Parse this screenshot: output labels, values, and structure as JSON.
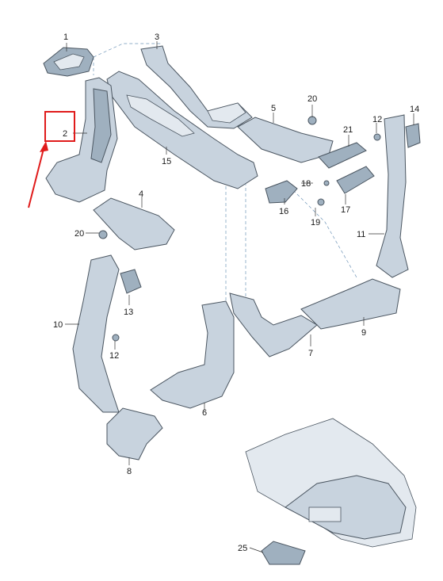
{
  "highlight": {
    "part_number": "2",
    "color": "#e01b1b"
  },
  "callouts": {
    "p1": "1",
    "p2": "2",
    "p3": "3",
    "p4": "4",
    "p5": "5",
    "p6": "6",
    "p7": "7",
    "p8": "8",
    "p9": "9",
    "p10": "10",
    "p11": "11",
    "p12a": "12",
    "p12b": "12",
    "p13": "13",
    "p14": "14",
    "p15": "15",
    "p16": "16",
    "p17": "17",
    "p18": "18",
    "p19": "19",
    "p20a": "20",
    "p20b": "20",
    "p21": "21",
    "p25": "25"
  },
  "colors": {
    "part_fill": "#c8d3de",
    "outline": "#4a5560",
    "dashed_lines": "#6f95b8"
  }
}
